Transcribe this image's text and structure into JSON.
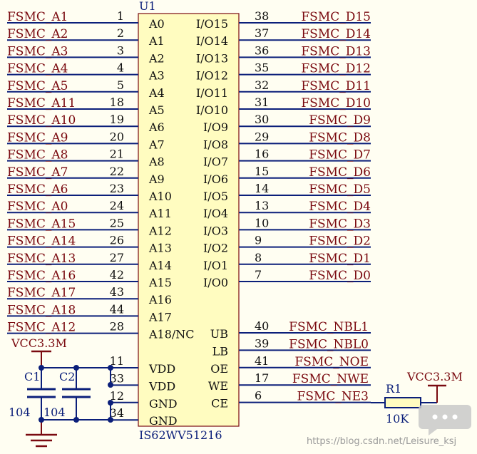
{
  "ic": {
    "designator": "U1",
    "part": "IS62WV51216",
    "left_pins": [
      {
        "net": "FSMC_A1",
        "num": "1",
        "fn": "A0"
      },
      {
        "net": "FSMC_A2",
        "num": "2",
        "fn": "A1"
      },
      {
        "net": "FSMC_A3",
        "num": "3",
        "fn": "A2"
      },
      {
        "net": "FSMC_A4",
        "num": "4",
        "fn": "A3"
      },
      {
        "net": "FSMC_A5",
        "num": "5",
        "fn": "A4"
      },
      {
        "net": "FSMC_A11",
        "num": "18",
        "fn": "A5"
      },
      {
        "net": "FSMC_A10",
        "num": "19",
        "fn": "A6"
      },
      {
        "net": "FSMC_A9",
        "num": "20",
        "fn": "A7"
      },
      {
        "net": "FSMC_A8",
        "num": "21",
        "fn": "A8"
      },
      {
        "net": "FSMC_A7",
        "num": "22",
        "fn": "A9"
      },
      {
        "net": "FSMC_A6",
        "num": "23",
        "fn": "A10"
      },
      {
        "net": "FSMC_A0",
        "num": "24",
        "fn": "A11"
      },
      {
        "net": "FSMC_A15",
        "num": "25",
        "fn": "A12"
      },
      {
        "net": "FSMC_A14",
        "num": "26",
        "fn": "A13"
      },
      {
        "net": "FSMC_A13",
        "num": "27",
        "fn": "A14"
      },
      {
        "net": "FSMC_A16",
        "num": "42",
        "fn": "A15"
      },
      {
        "net": "FSMC_A17",
        "num": "43",
        "fn": "A16"
      },
      {
        "net": "FSMC_A18",
        "num": "44",
        "fn": "A17"
      },
      {
        "net": "FSMC_A12",
        "num": "28",
        "fn": "A18/NC"
      }
    ],
    "power_pins": [
      {
        "num": "11",
        "fn": "VDD"
      },
      {
        "num": "33",
        "fn": "VDD"
      },
      {
        "num": "12",
        "fn": "GND"
      },
      {
        "num": "34",
        "fn": "GND"
      }
    ],
    "right_pins": [
      {
        "fn": "I/O15",
        "num": "38",
        "net": "FSMC_D15"
      },
      {
        "fn": "I/O14",
        "num": "37",
        "net": "FSMC_D14"
      },
      {
        "fn": "I/O13",
        "num": "36",
        "net": "FSMC_D13"
      },
      {
        "fn": "I/O12",
        "num": "35",
        "net": "FSMC_D12"
      },
      {
        "fn": "I/O11",
        "num": "32",
        "net": "FSMC_D11"
      },
      {
        "fn": "I/O10",
        "num": "31",
        "net": "FSMC_D10"
      },
      {
        "fn": "I/O9",
        "num": "30",
        "net": "FSMC_D9"
      },
      {
        "fn": "I/O8",
        "num": "29",
        "net": "FSMC_D8"
      },
      {
        "fn": "I/O7",
        "num": "16",
        "net": "FSMC_D7"
      },
      {
        "fn": "I/O6",
        "num": "15",
        "net": "FSMC_D6"
      },
      {
        "fn": "I/O5",
        "num": "14",
        "net": "FSMC_D5"
      },
      {
        "fn": "I/O4",
        "num": "13",
        "net": "FSMC_D4"
      },
      {
        "fn": "I/O3",
        "num": "10",
        "net": "FSMC_D3"
      },
      {
        "fn": "I/O2",
        "num": "9",
        "net": "FSMC_D2"
      },
      {
        "fn": "I/O1",
        "num": "8",
        "net": "FSMC_D1"
      },
      {
        "fn": "I/O0",
        "num": "7",
        "net": "FSMC_D0"
      }
    ],
    "control_pins": [
      {
        "fn": "UB",
        "num": "40",
        "net": "FSMC_NBL1"
      },
      {
        "fn": "LB",
        "num": "39",
        "net": "FSMC_NBL0"
      },
      {
        "fn": "OE",
        "num": "41",
        "net": "FSMC_NOE"
      },
      {
        "fn": "WE",
        "num": "17",
        "net": "FSMC_NWE"
      },
      {
        "fn": "CE",
        "num": "6",
        "net": "FSMC_NE3"
      }
    ]
  },
  "power": {
    "left_label": "VCC3.3M",
    "right_label": "VCC3.3M"
  },
  "capacitors": [
    {
      "designator": "C1",
      "value": "104"
    },
    {
      "designator": "C2",
      "value": "104"
    }
  ],
  "resistor": {
    "designator": "R1",
    "value": "10K"
  },
  "colors": {
    "wire": "#0b1f7a",
    "net_label": "#7a0a10",
    "ic_fill": "#fffcc0",
    "ic_border": "#7a0a10",
    "power_rail": "#7a0a10",
    "background": "#fffef2"
  },
  "watermark": "https://blog.csdn.net/Leisure_ksj"
}
